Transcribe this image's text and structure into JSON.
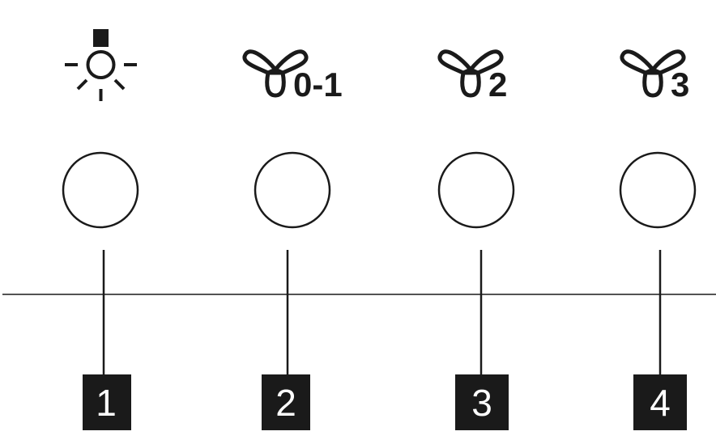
{
  "buttons": [
    {
      "id": "light",
      "icon": "light-bulb-icon",
      "speed_label": "",
      "callout": "1"
    },
    {
      "id": "fan-speed-1",
      "icon": "fan-icon",
      "speed_label": "0-1",
      "callout": "2"
    },
    {
      "id": "fan-speed-2",
      "icon": "fan-icon",
      "speed_label": "2",
      "callout": "3"
    },
    {
      "id": "fan-speed-3",
      "icon": "fan-icon",
      "speed_label": "3",
      "callout": "4"
    }
  ],
  "colors": {
    "ink": "#1a1a1a",
    "background": "#ffffff",
    "callout_text": "#ffffff"
  }
}
